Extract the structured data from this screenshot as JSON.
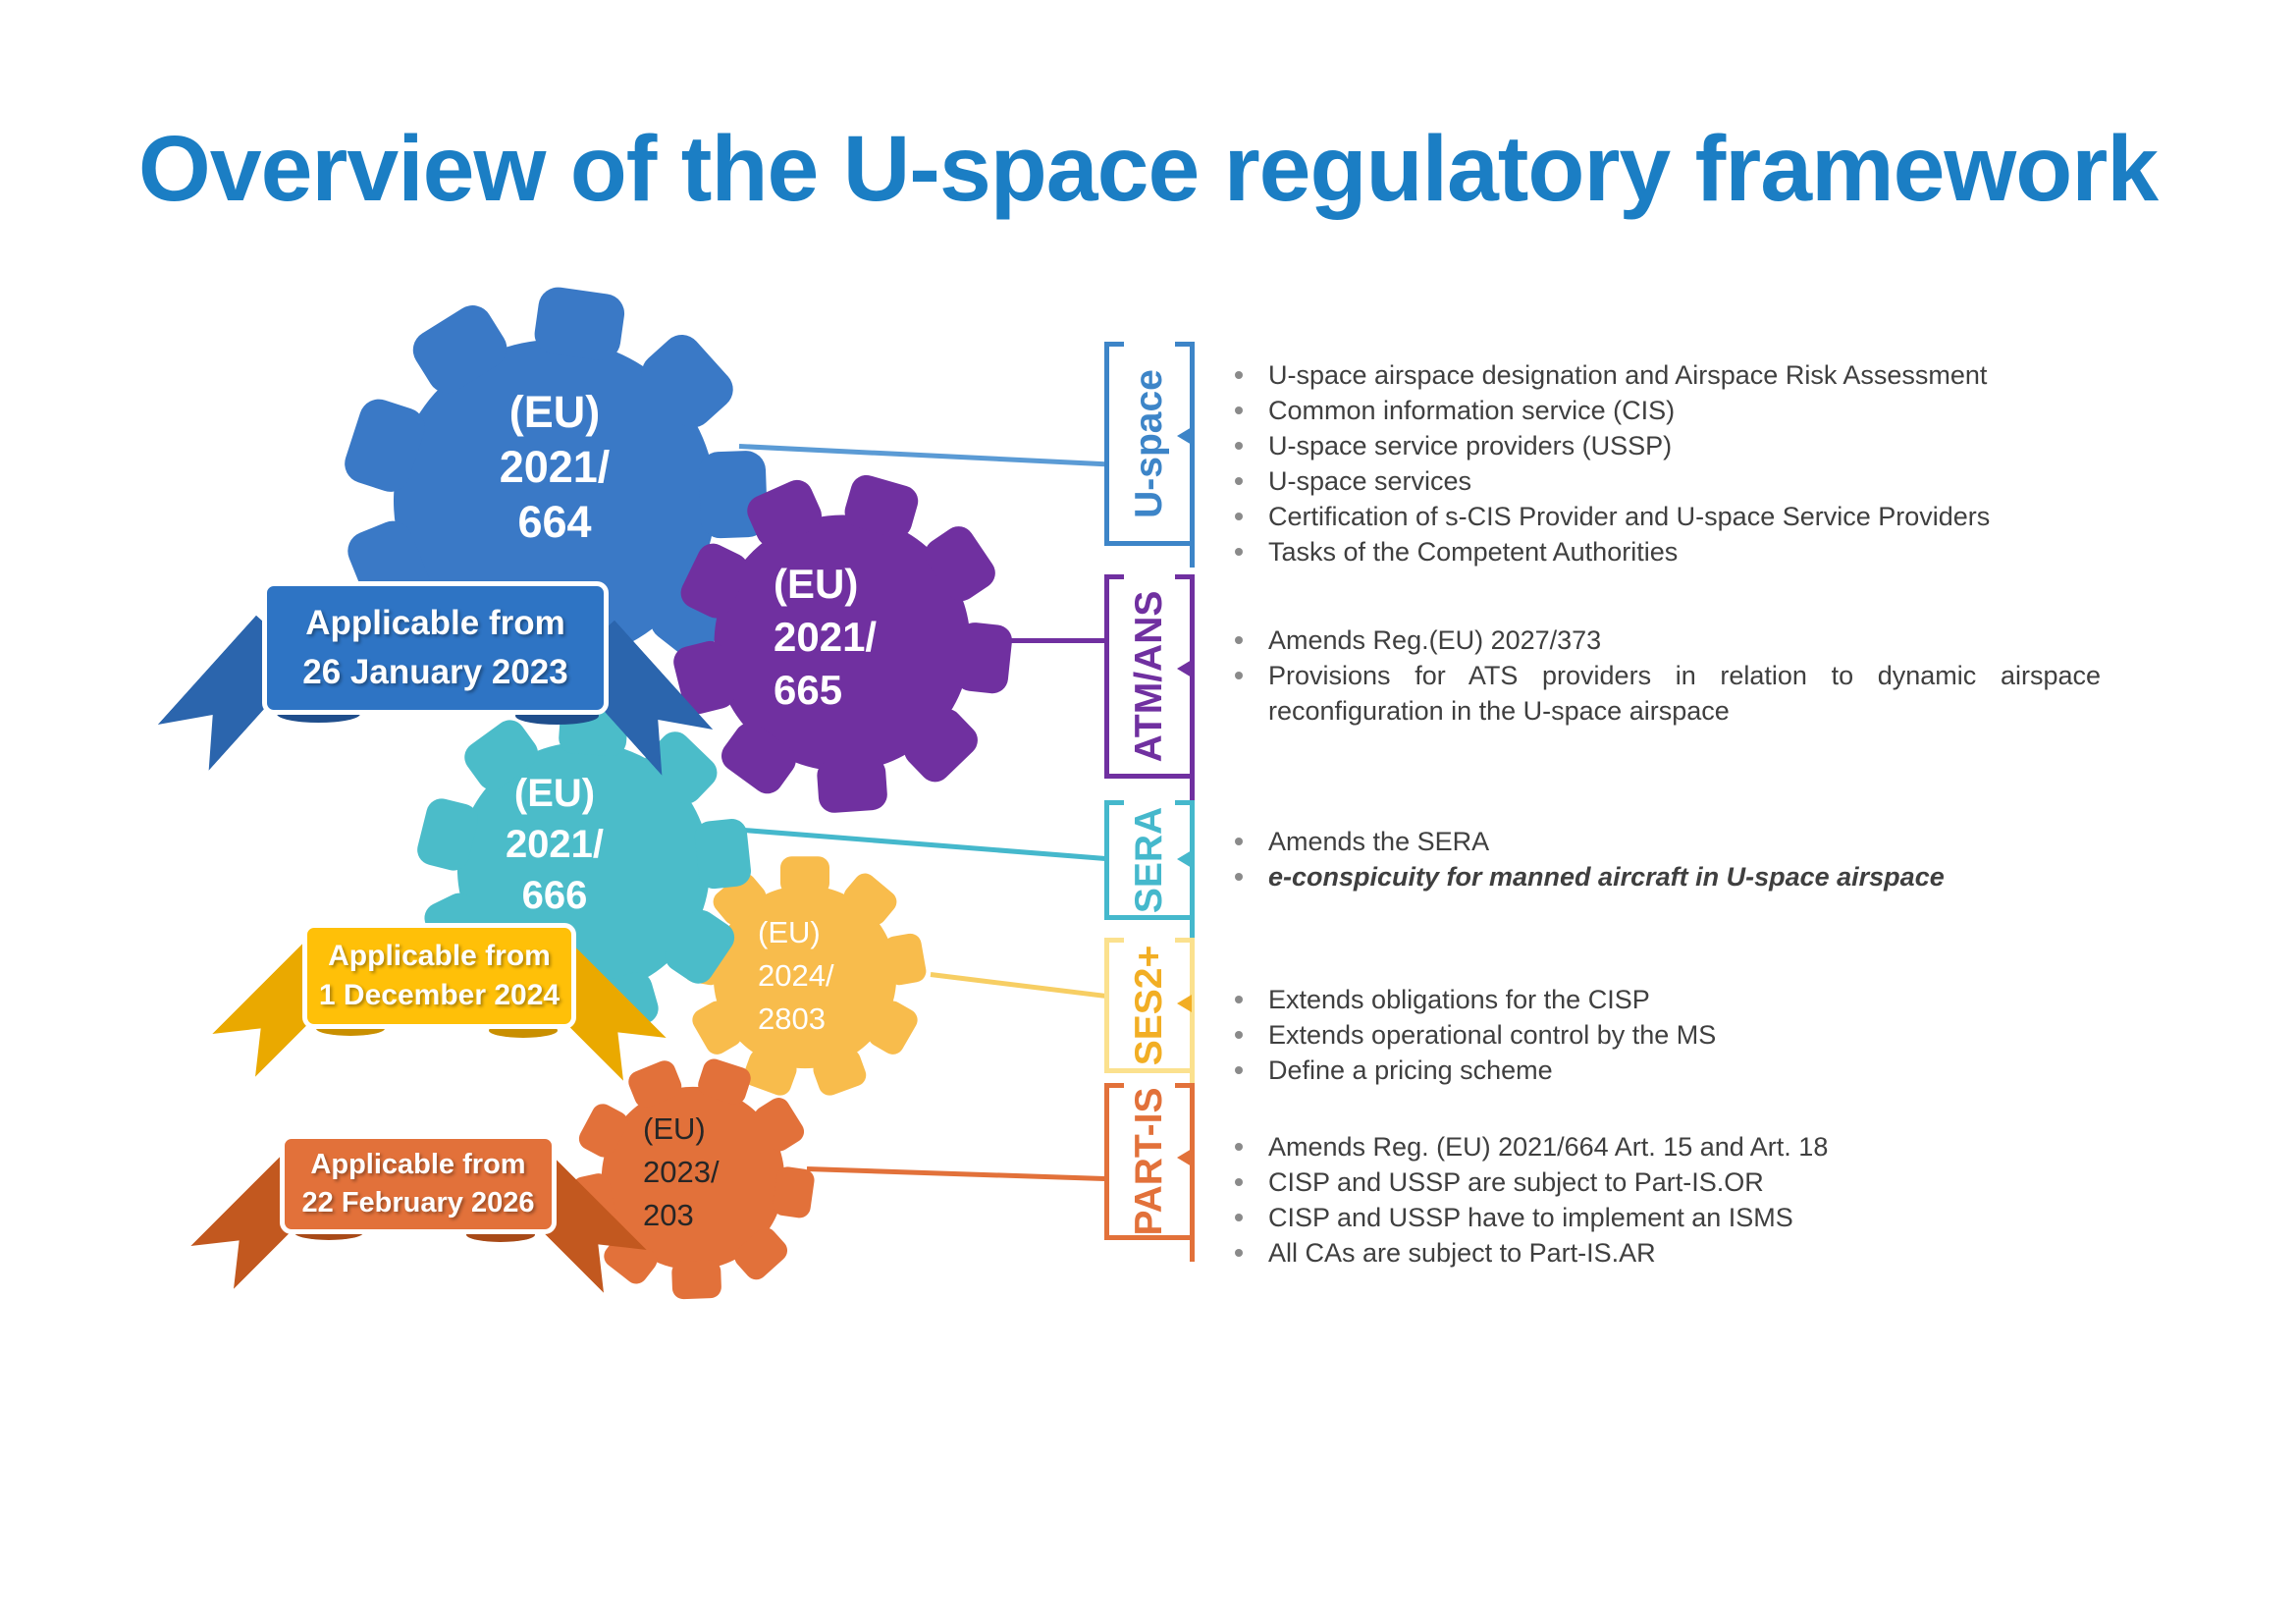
{
  "title": "Overview of the U-space regulatory framework",
  "colors": {
    "title_blue": "#1b7ec4",
    "gear_blue": "#3a79c6",
    "gear_purple": "#7030a0",
    "gear_teal": "#4bbcc9",
    "gear_yellow": "#f8bc4c",
    "gear_orange": "#e2713a",
    "ribbon_blue": "#2e74c4",
    "ribbon_yellow": "#ffc008",
    "ribbon_orange": "#e2713a",
    "bullet_text": "#3f3f3f",
    "ses2_label_gold": "#f2ae24"
  },
  "gears": [
    {
      "name": "Regulation (EU) 2021/664",
      "line1": "(EU)",
      "line2": "2021/",
      "line3": "664"
    },
    {
      "name": "Regulation (EU) 2021/665",
      "line1": "(EU)",
      "line2": "2021/",
      "line3": "665"
    },
    {
      "name": "Regulation (EU) 2021/666",
      "line1": "(EU)",
      "line2": "2021/",
      "line3": "666"
    },
    {
      "name": "Regulation (EU) 2024/2803",
      "line1": "(EU)",
      "line2": "2024/",
      "line3": "2803"
    },
    {
      "name": "Regulation (EU) 2023/203",
      "line1": "(EU)",
      "line2": "2023/",
      "line3": "203"
    }
  ],
  "ribbons": [
    {
      "line1": "Applicable from",
      "line2": "26 January 2023"
    },
    {
      "line1": "Applicable from",
      "line2": "1 December 2024"
    },
    {
      "line1": "Applicable from",
      "line2": "22 February 2026"
    }
  ],
  "sections": [
    {
      "label": "U-space",
      "bullets": [
        "U-space airspace designation and Airspace Risk Assessment",
        "Common information service (CIS)",
        "U-space service providers (USSP)",
        "U-space services",
        "Certification of s-CIS Provider and U-space Service Providers",
        "Tasks of the Competent Authorities"
      ]
    },
    {
      "label": "ATM/ANS",
      "bullets": [
        "Amends Reg.(EU) 2027/373",
        "Provisions for ATS providers in relation to dynamic airspace reconfiguration in the U-space airspace"
      ]
    },
    {
      "label": "SERA",
      "bullets": [
        "Amends the SERA",
        "e-conspicuity for manned aircraft in U-space airspace"
      ]
    },
    {
      "label": "SES2+",
      "bullets": [
        "Extends obligations for the CISP",
        "Extends operational control by the MS",
        "Define a pricing scheme"
      ]
    },
    {
      "label": "PART-IS",
      "bullets": [
        "Amends Reg. (EU) 2021/664 Art. 15 and Art. 18",
        "CISP and USSP are subject to Part-IS.OR",
        "CISP and USSP have to implement an ISMS",
        "All CAs are subject to Part-IS.AR"
      ]
    }
  ]
}
